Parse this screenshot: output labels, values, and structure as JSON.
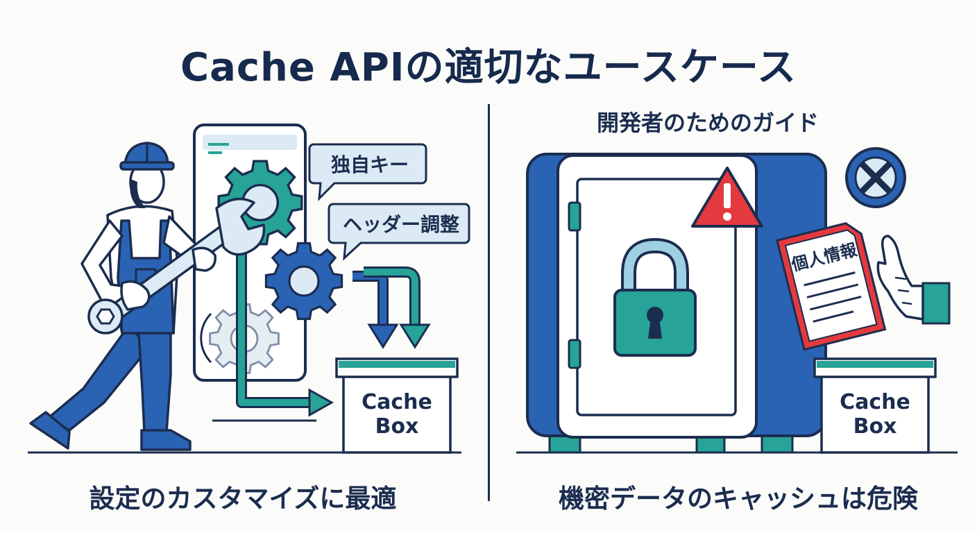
{
  "title": "Cache APIの適切なユースケース",
  "left": {
    "bubble_1": "独自キー",
    "bubble_2": "ヘッダー調整",
    "box_line_1": "Cache",
    "box_line_2": "Box",
    "caption": "設定のカスタマイズに最適"
  },
  "right": {
    "subtitle": "開発者のためのガイド",
    "document_label": "個人情報",
    "box_line_1": "Cache",
    "box_line_2": "Box",
    "caption": "機密データのキャッシュは危険"
  },
  "colors": {
    "navy": "#1b2d4f",
    "blue": "#2b63b4",
    "teal": "#27a397",
    "light_blue": "#dbeaf4",
    "red": "#e43a3f"
  }
}
